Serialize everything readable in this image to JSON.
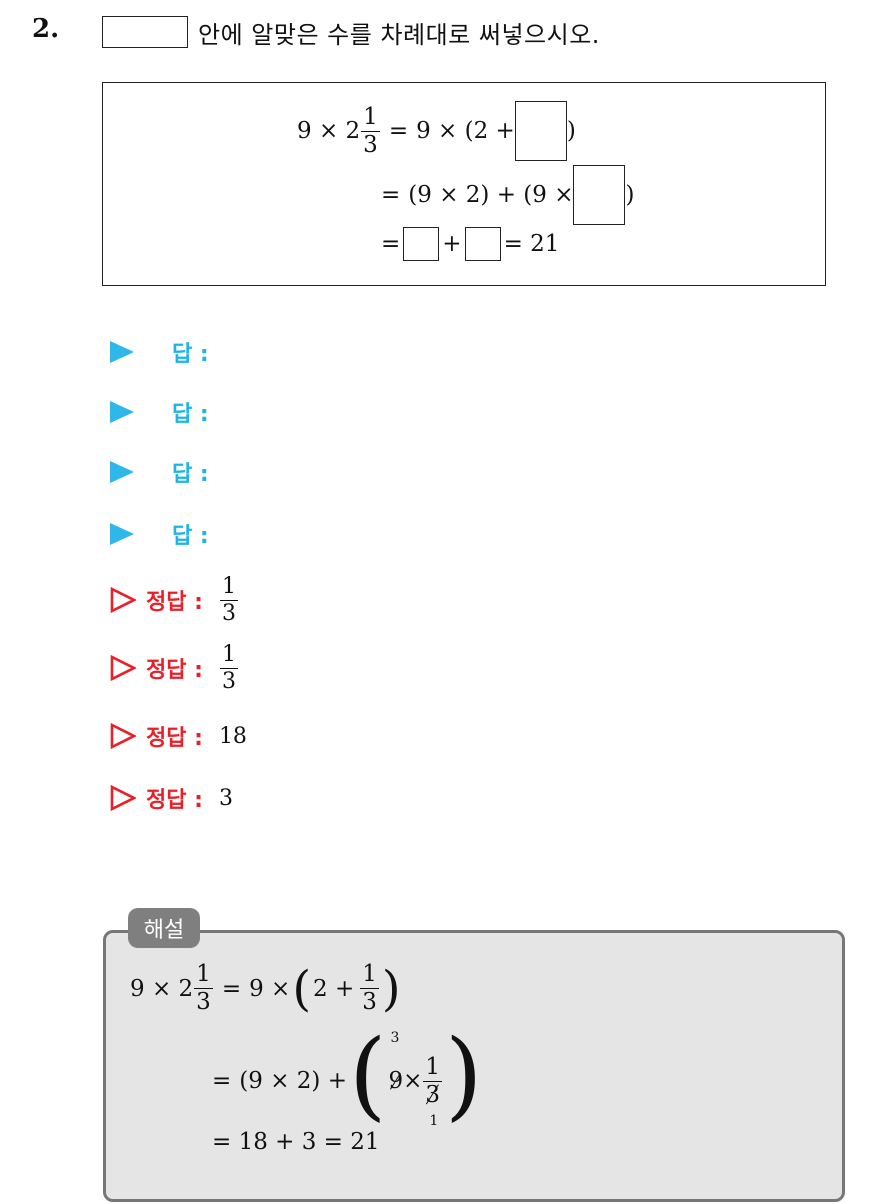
{
  "question": {
    "number": "2.",
    "instruction": "안에 알맞은 수를 차례대로 써넣으시오."
  },
  "problem": {
    "line1": {
      "left": "9 × 2",
      "frac_num": "1",
      "frac_den": "3",
      "equals": "=",
      "right": "9 × (2 +",
      "close": ")"
    },
    "line2": {
      "equals": "=",
      "right": "(9 × 2) + (9 ×",
      "close": ")"
    },
    "line3": {
      "equals": "=",
      "plus": "+",
      "tail": "= 21"
    }
  },
  "answers": {
    "label": "답 :",
    "count": 4
  },
  "correct": {
    "label": "정답 :",
    "items": [
      {
        "type": "fraction",
        "num": "1",
        "den": "3"
      },
      {
        "type": "fraction",
        "num": "1",
        "den": "3"
      },
      {
        "type": "number",
        "value": "18"
      },
      {
        "type": "number",
        "value": "3"
      }
    ]
  },
  "solution": {
    "tag": "해설",
    "line1": {
      "left": "9 × 2",
      "frac_num": "1",
      "frac_den": "3",
      "equals": "=",
      "mid": "9 ×",
      "inner": "2 +",
      "inner_num": "1",
      "inner_den": "3"
    },
    "line2": {
      "equals": "=",
      "mid": "(9 × 2) +",
      "nine": "9",
      "times": "×",
      "cancel_top": "3",
      "frac_num": "1",
      "frac_den": "3",
      "cancel_bottom": "1"
    },
    "line3": {
      "text": "= 18 + 3 = 21"
    }
  },
  "colors": {
    "answer_blue": "#1fb3e6",
    "correct_red": "#e8202a",
    "solution_bg": "#e5e5e5",
    "solution_tag": "#7f7f7f"
  }
}
